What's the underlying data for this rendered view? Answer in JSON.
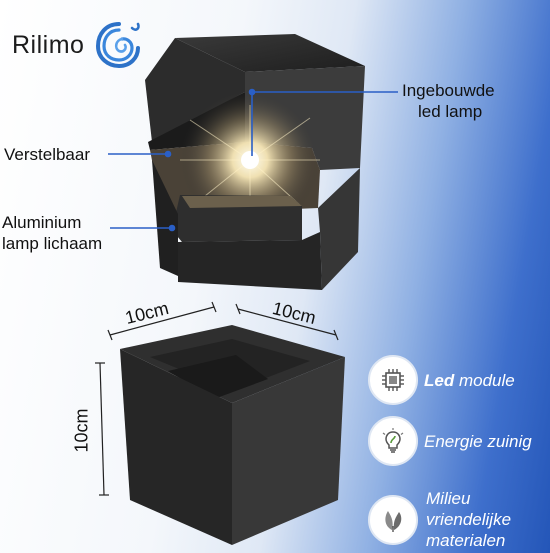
{
  "brand": {
    "name": "Rilimo",
    "logo_icon": "wave-swirl-icon",
    "logo_color": "#2d72c8"
  },
  "callouts": {
    "built_in_led": [
      "Ingebouwde",
      "led lamp"
    ],
    "adjustable": "Verstelbaar",
    "aluminium_body": [
      "Aluminium",
      "lamp lichaam"
    ]
  },
  "dimensions": {
    "width": "10cm",
    "depth": "10cm",
    "height": "10cm"
  },
  "features": [
    {
      "icon": "chip-icon",
      "bold": "Led",
      "text": " module"
    },
    {
      "icon": "lightbulb-icon",
      "text": "Energie zuinig"
    },
    {
      "icon": "leaf-icon",
      "lines": [
        "Milieu",
        "vriendelijke",
        "materialen"
      ]
    }
  ],
  "colors": {
    "lamp_body": "#2b2b2b",
    "accent_blue": "#2456b8",
    "led_glow": "#fff6d8"
  }
}
